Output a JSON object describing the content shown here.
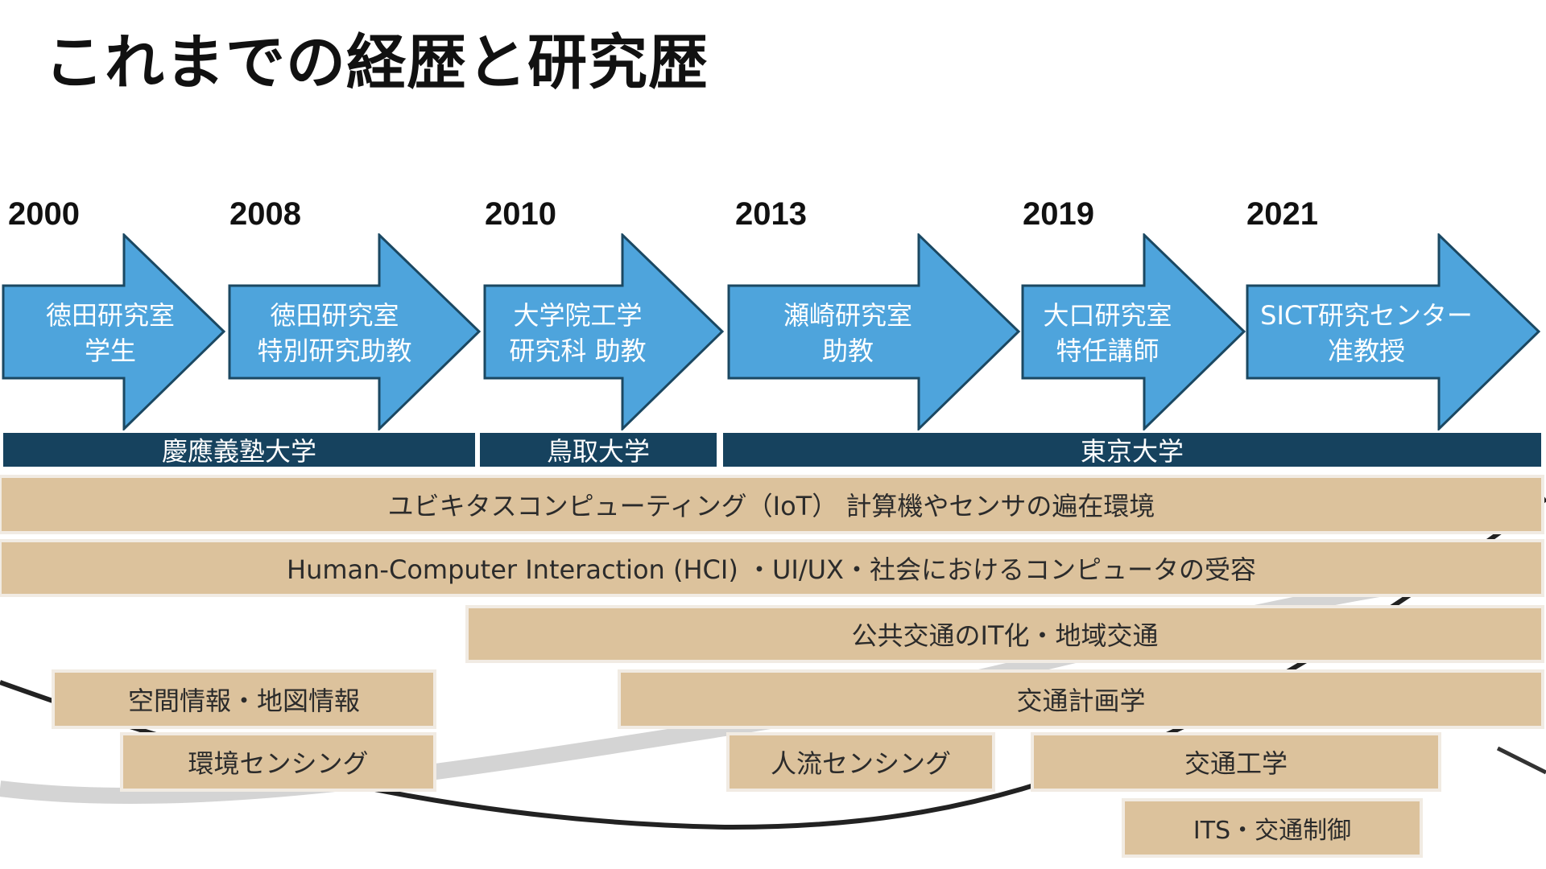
{
  "page_title": "これまでの経歴と研究歴",
  "timeline": [
    {
      "year": "2000",
      "line1": "徳田研究室",
      "line2": "学生"
    },
    {
      "year": "2008",
      "line1": "徳田研究室",
      "line2": "特別研究助教"
    },
    {
      "year": "2010",
      "line1": "大学院工学",
      "line2": "研究科 助教"
    },
    {
      "year": "2013",
      "line1": "瀬崎研究室",
      "line2": "助教"
    },
    {
      "year": "2019",
      "line1": "大口研究室",
      "line2": "特任講師"
    },
    {
      "year": "2021",
      "line1": "SICT研究センター",
      "line2": "准教授"
    }
  ],
  "institutions": [
    "慶應義塾大学",
    "鳥取大学",
    "東京大学"
  ],
  "research_topics": [
    "ユビキタスコンピューティング（IoT） 計算機やセンサの遍在環境",
    "Human-Computer Interaction (HCI) ・UI/UX・社会におけるコンピュータの受容",
    "公共交通のIT化・地域交通",
    "空間情報・地図情報",
    "交通計画学",
    "環境センシング",
    "人流センシング",
    "交通工学",
    "ITS・交通制御"
  ],
  "colors": {
    "arrow_fill": "#4ea4dc",
    "arrow_stroke": "#1b4862",
    "institution_bar": "#16425e",
    "topic_fill": "#dcc29c"
  }
}
